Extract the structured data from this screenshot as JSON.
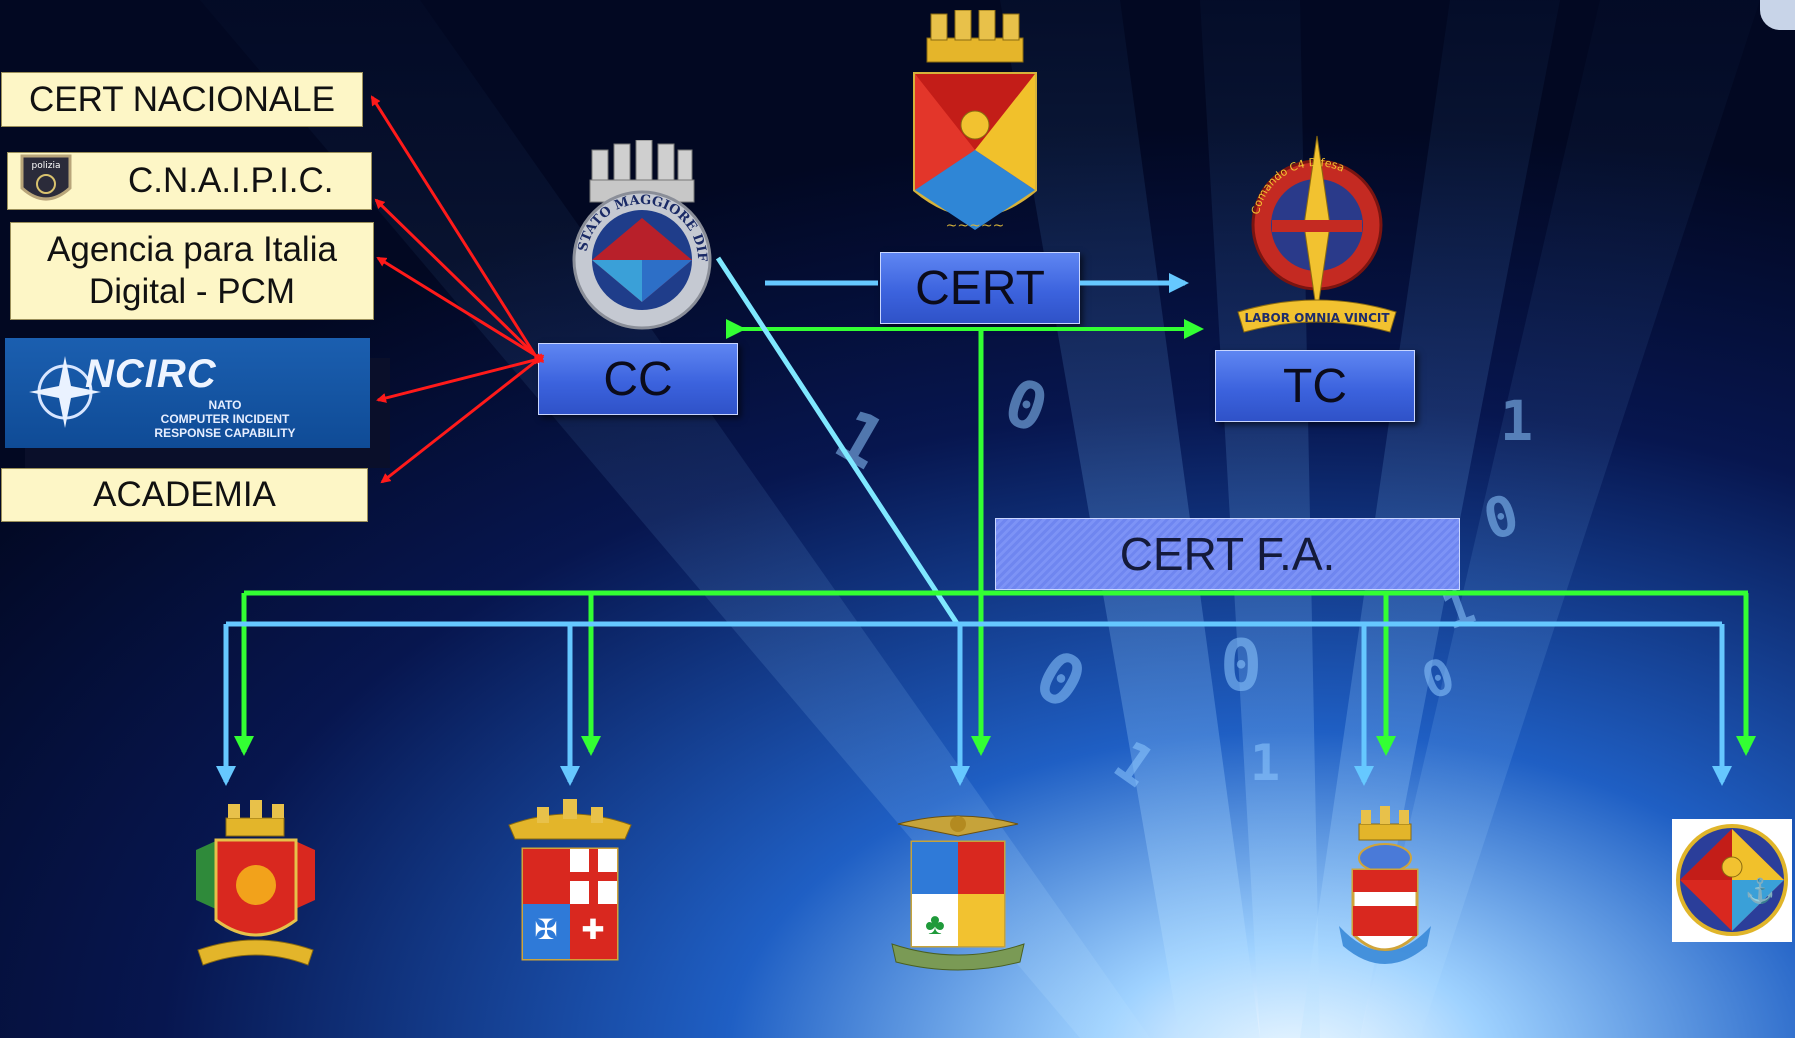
{
  "external": {
    "cert_nacionale": "CERT NACIONALE",
    "cnaipic": "C.N.A.I.P.I.C.",
    "agencia_line1": "Agencia para Italia",
    "agencia_line2": "Digital - PCM",
    "ncirc_title": "NCIRC",
    "ncirc_line1": "NATO",
    "ncirc_line2": "COMPUTER INCIDENT",
    "ncirc_line3": "RESPONSE CAPABILITY",
    "academia": "ACADEMIA"
  },
  "nodes": {
    "cc": "CC",
    "cert": "CERT",
    "tc": "TC",
    "cert_fa": "CERT F.A."
  },
  "emblems": {
    "smd_ring_text": "STATO MAGGIORE DIFESA",
    "tc_motto": "LABOR OMNIA VINCIT",
    "tc_ring_text": "Comando C4 Difesa",
    "badge_text": "polizia"
  },
  "colors": {
    "background": "#030a2a",
    "red_arrow": "#ff1a1a",
    "green_line": "#33ff33",
    "light_blue_line": "#66c8ff",
    "box_fill": "#fdf6c6",
    "node_blue": "#3c63de"
  }
}
